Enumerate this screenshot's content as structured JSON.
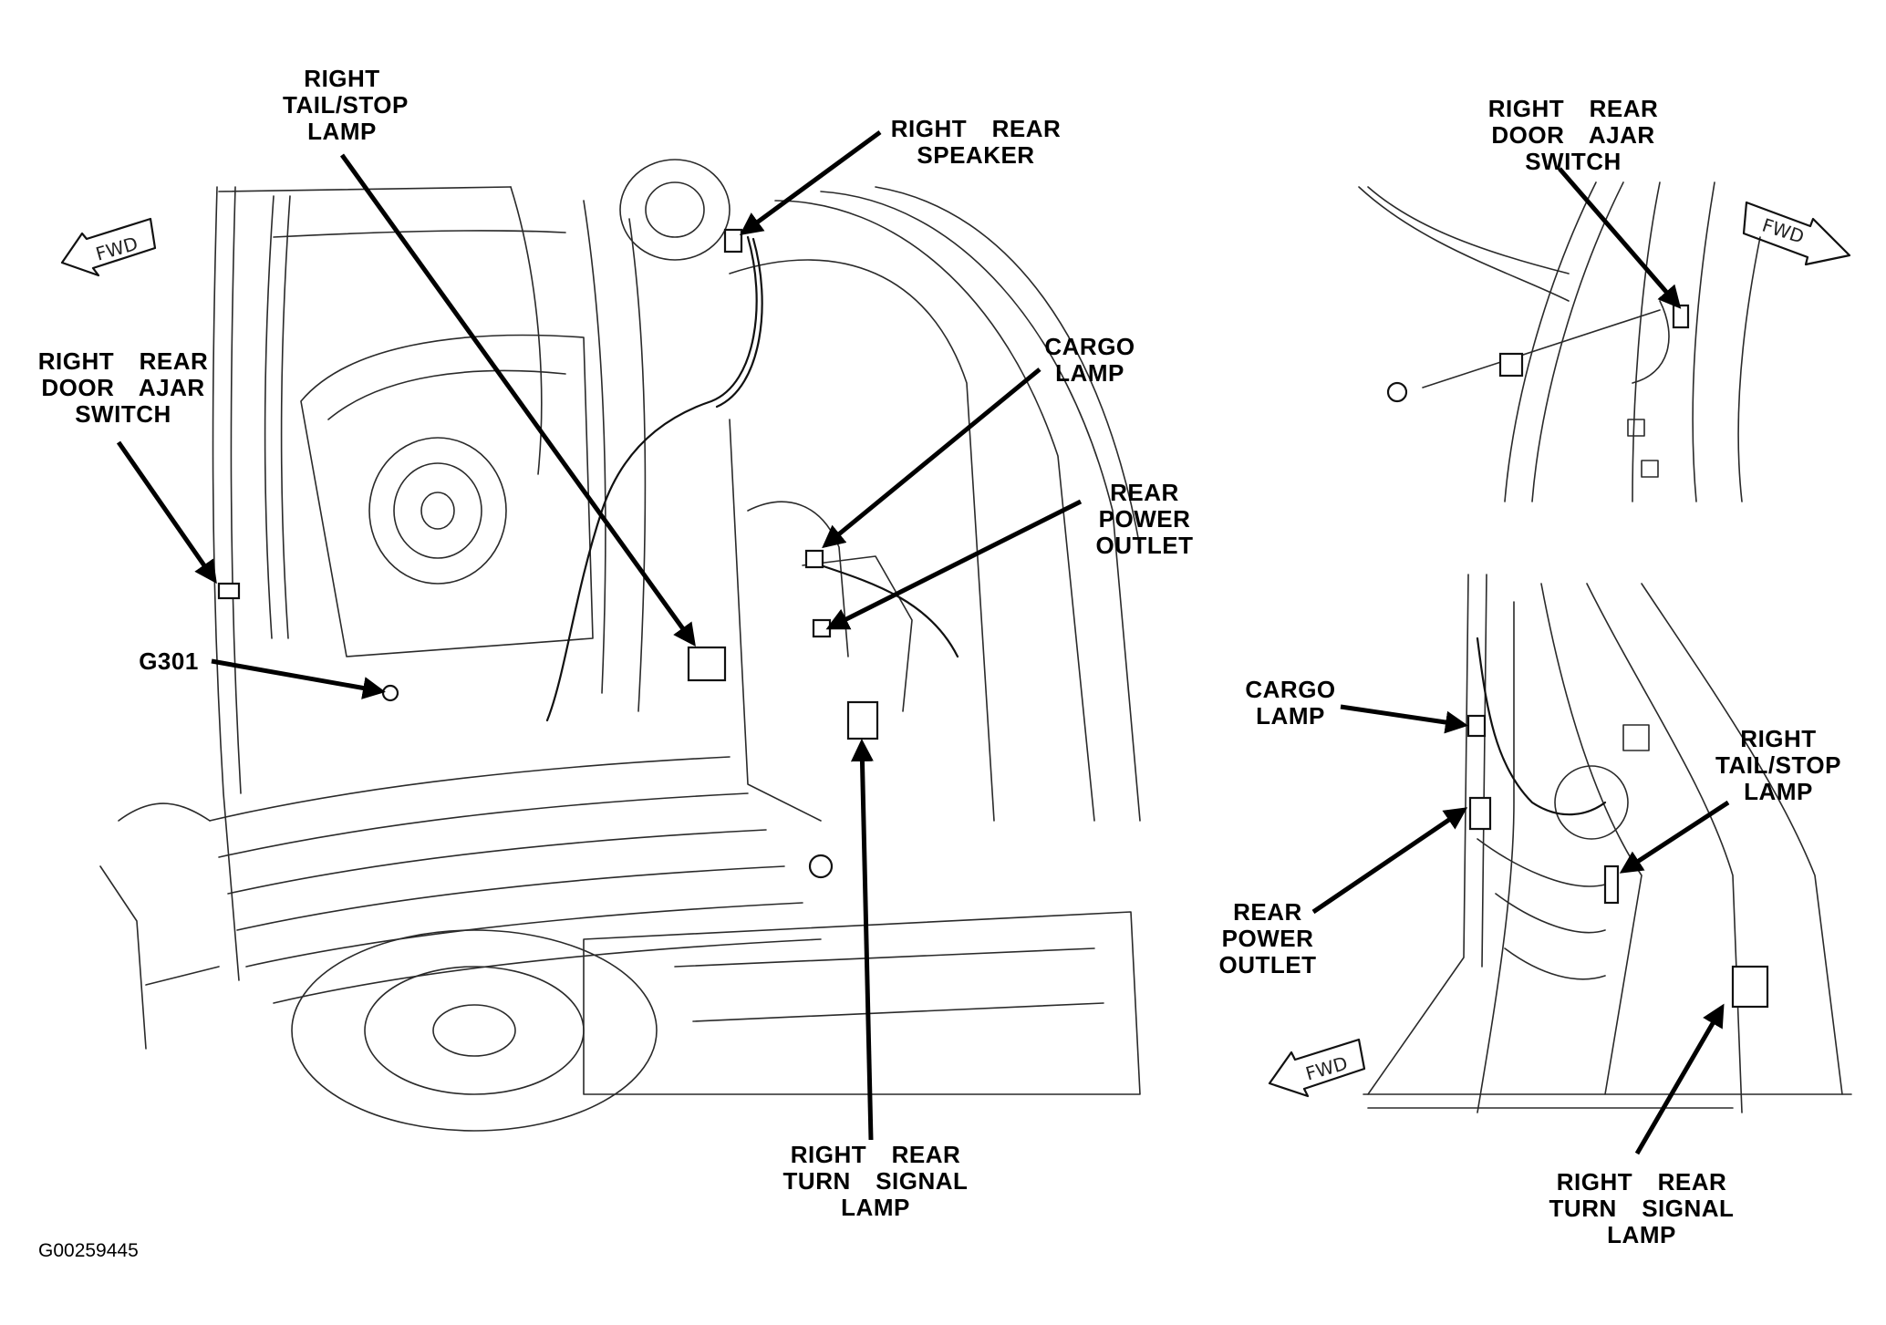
{
  "main_view": {
    "fwd_label": "FWD",
    "callouts": {
      "right_tail_stop_lamp": "RIGHT\nTAIL/STOP\nLAMP",
      "right_rear_speaker": "RIGHT  REAR\nSPEAKER",
      "right_rear_door_ajar_switch": "RIGHT  REAR\nDOOR  AJAR\nSWITCH",
      "cargo_lamp": "CARGO\nLAMP",
      "rear_power_outlet": "REAR\nPOWER\nOUTLET",
      "g301": "G301",
      "right_rear_turn_signal_lamp": "RIGHT  REAR\nTURN  SIGNAL\nLAMP"
    }
  },
  "inset_top": {
    "fwd_label": "FWD",
    "callouts": {
      "right_rear_door_ajar_switch": "RIGHT  REAR\nDOOR  AJAR\nSWITCH"
    }
  },
  "inset_bottom": {
    "fwd_label": "FWD",
    "callouts": {
      "cargo_lamp": "CARGO\nLAMP",
      "rear_power_outlet": "REAR\nPOWER\nOUTLET",
      "right_tail_stop_lamp": "RIGHT\nTAIL/STOP\nLAMP",
      "right_rear_turn_signal_lamp": "RIGHT  REAR\nTURN  SIGNAL\nLAMP"
    }
  },
  "figure_code": "G00259445"
}
